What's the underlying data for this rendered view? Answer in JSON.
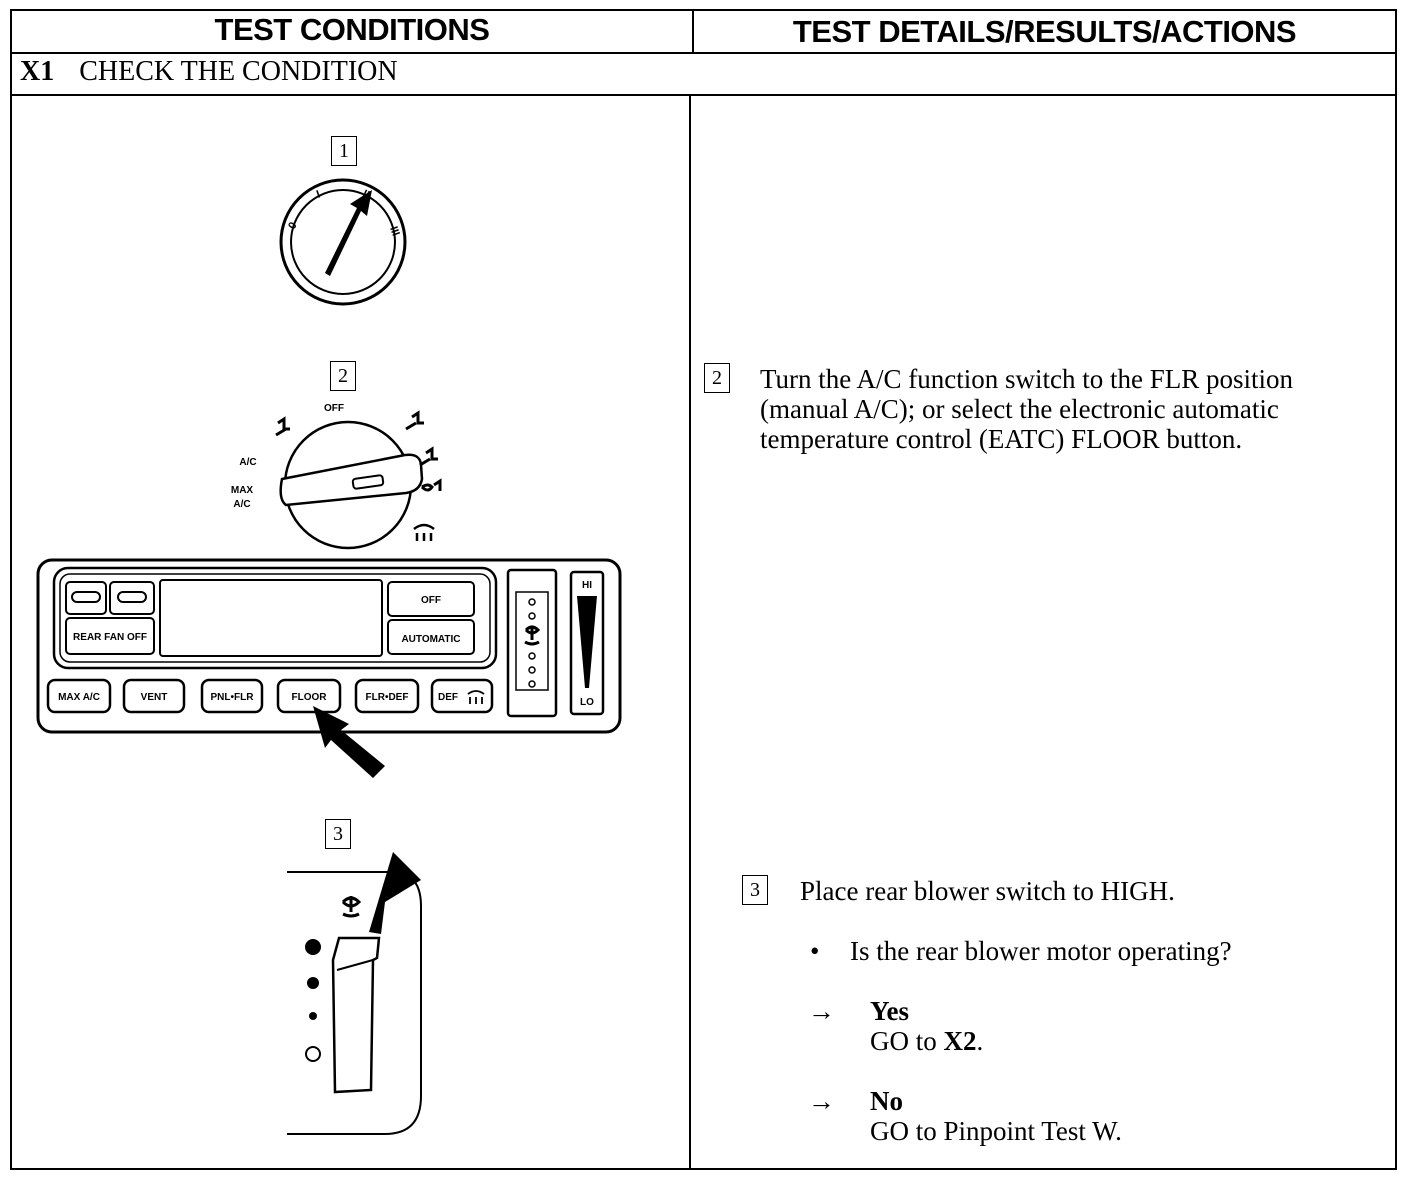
{
  "header": {
    "col1_title": "TEST CONDITIONS",
    "col2_title": "TEST DETAILS/RESULTS/ACTIONS"
  },
  "section": {
    "id": "X1",
    "title": "CHECK THE CONDITION"
  },
  "left": {
    "step1_num": "1",
    "step2_num": "2",
    "step3_num": "3",
    "ignition_marks": [
      "0",
      "I",
      "II",
      "III"
    ],
    "function_dial": {
      "off": "OFF",
      "ac": "A/C",
      "max_ac_line1": "MAX",
      "max_ac_line2": "A/C"
    },
    "eatc_panel": {
      "rear_fan_off": "REAR FAN OFF",
      "off": "OFF",
      "automatic": "AUTOMATIC",
      "hi": "HI",
      "lo": "LO",
      "buttons": [
        "MAX A/C",
        "VENT",
        "PNL•FLR",
        "FLOOR",
        "FLR•DEF",
        "DEF"
      ]
    }
  },
  "right": {
    "step2_num": "2",
    "step2_lines": [
      "Turn the A/C function switch to the FLR position",
      "(manual A/C); or select the electronic automatic",
      "temperature control (EATC) FLOOR button."
    ],
    "step3_num": "3",
    "step3_text": "Place rear blower switch to HIGH.",
    "bullet": "•",
    "question": "Is the rear blower motor operating?",
    "arrow": "→",
    "yes_label": "Yes",
    "yes_action_prefix": "GO to ",
    "yes_action_target": "X2",
    "yes_action_suffix": ".",
    "no_label": "No",
    "no_action": "GO to Pinpoint Test W."
  }
}
